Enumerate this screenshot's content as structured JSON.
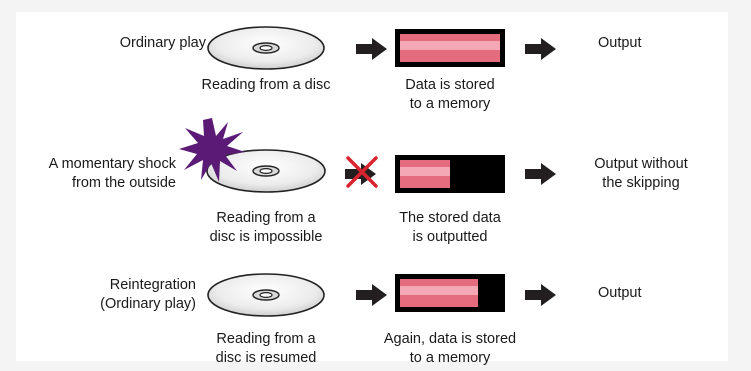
{
  "colors": {
    "background": "#ffffff",
    "page_margin": "#f4f4f4",
    "buffer_data": "#e56b7f",
    "buffer_data_highlight": "#f7b3c0",
    "buffer_empty": "#000000",
    "arrow": "#231f20",
    "cross": "#d9232e",
    "shock_burst": "#5a1a75",
    "disc": "#e9e9e9"
  },
  "rows": [
    {
      "label": "Ordinary play",
      "disc_caption": "Reading from a disc",
      "memory_caption": "Data is stored\nto a memory",
      "output": "Output",
      "buffer_fill": 1.0,
      "input_blocked": false,
      "shock": false
    },
    {
      "label": "A momentary shock\nfrom the outside",
      "disc_caption": "Reading from a\ndisc is impossible",
      "memory_caption": "The stored data\nis outputted",
      "output": "Output without\nthe skipping",
      "buffer_fill": 0.5,
      "input_blocked": true,
      "shock": true
    },
    {
      "label": "Reintegration\n(Ordinary play)",
      "disc_caption": "Reading from a\ndisc is resumed",
      "memory_caption": "Again, data is stored\nto a memory",
      "output": "Output",
      "buffer_fill": 0.78,
      "input_blocked": false,
      "shock": false
    }
  ],
  "icons": {
    "disc": "compact-disc-icon",
    "arrow": "right-arrow-icon",
    "blocked": "red-cross-icon",
    "shock": "starburst-icon"
  }
}
